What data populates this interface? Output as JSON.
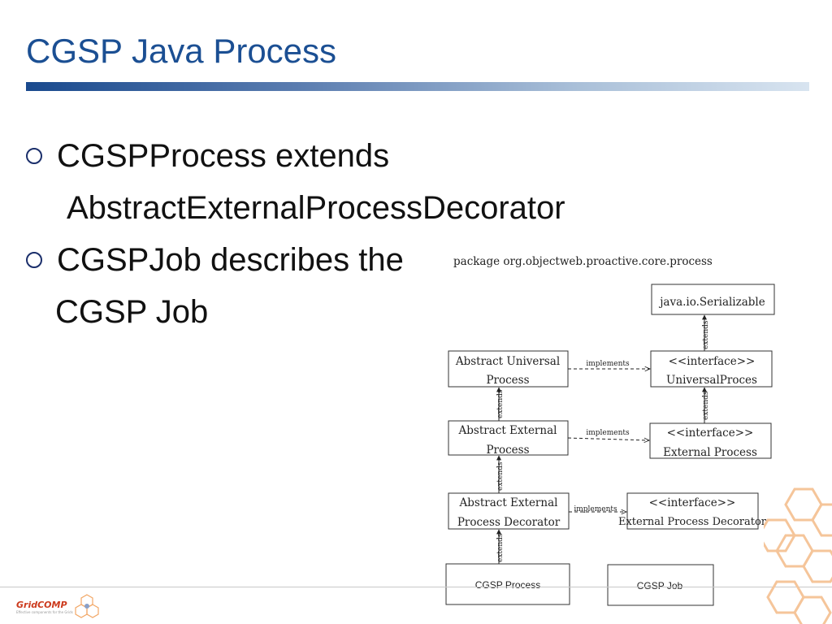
{
  "slide": {
    "title": "CGSP Java Process"
  },
  "bullets": [
    {
      "line1": "CGSPProcess extends",
      "line2": "AbstractExternalProcessDecorator"
    },
    {
      "line1": "CGSPJob describes the",
      "line2": "CGSP Job"
    }
  ],
  "diagram": {
    "package_label": "package org.objectweb.proactive.core.process",
    "serializable": "java.io.Serializable",
    "aup_line1": "Abstract Universal",
    "aup_line2": "Process",
    "up_line1": "<<interface>>",
    "up_line2": "UniversalProces",
    "aep_line1": "Abstract External",
    "aep_line2": "Process",
    "ep_line1": "<<interface>>",
    "ep_line2": "External Process",
    "aepd_line1": "Abstract External",
    "aepd_line2": "Process Decorator",
    "epd_line1": "<<interface>>",
    "epd_line2": "External Process Decorator",
    "cgsp_process": "CGSP Process",
    "cgsp_job": "CGSP Job",
    "implements_label": "implements",
    "extends_label": "extends"
  },
  "logo": {
    "name": "GridCOMP",
    "tagline": "Effective components for the Grids"
  },
  "colors": {
    "title": "#1b4f93",
    "accent_orange": "#f2a766"
  }
}
